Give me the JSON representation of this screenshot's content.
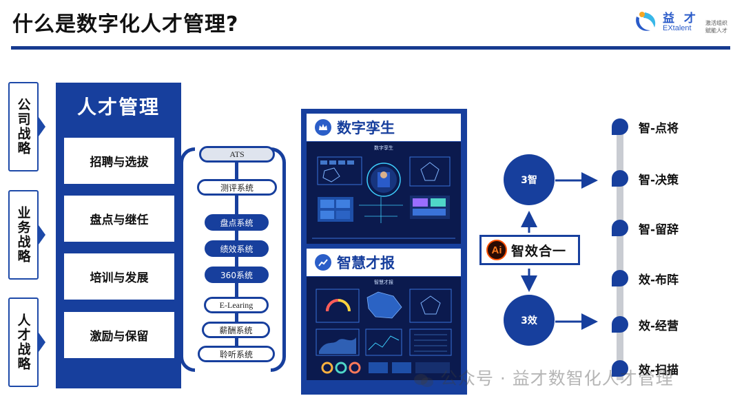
{
  "title": "什么是数字化人才管理?",
  "logo": {
    "name_cn": "益 才",
    "name_en": "EXtalent",
    "tagline_1": "激活组织",
    "tagline_2": "赋能人才"
  },
  "strategies": [
    "公司战略",
    "业务战略",
    "人才战略"
  ],
  "talent": {
    "title": "人才管理",
    "items": [
      "招聘与选拔",
      "盘点与继任",
      "培训与发展",
      "激励与保留"
    ]
  },
  "systems": [
    "ATS",
    "测评系统",
    "盘点系统",
    "绩效系统",
    "360系统",
    "E-Learing",
    "薪酬系统",
    "聆听系统"
  ],
  "dashboards": [
    {
      "title": "数字孪生",
      "screen_title": "数字孪生"
    },
    {
      "title": "智慧才报",
      "screen_title": "智慧才报"
    }
  ],
  "ai": {
    "badge": "Ai",
    "label": "智效合一"
  },
  "circles": {
    "top": "3智",
    "bottom": "3效"
  },
  "outcomes": [
    "智-点将",
    "智-决策",
    "智-留辞",
    "效-布阵",
    "效-经营",
    "效-扫描"
  ],
  "watermark": "公众号 · 益才数智化人才管理",
  "colors": {
    "brand_blue": "#173f9d",
    "screen_bg": "#0d1f58",
    "ai_orange": "#ff4f00"
  }
}
